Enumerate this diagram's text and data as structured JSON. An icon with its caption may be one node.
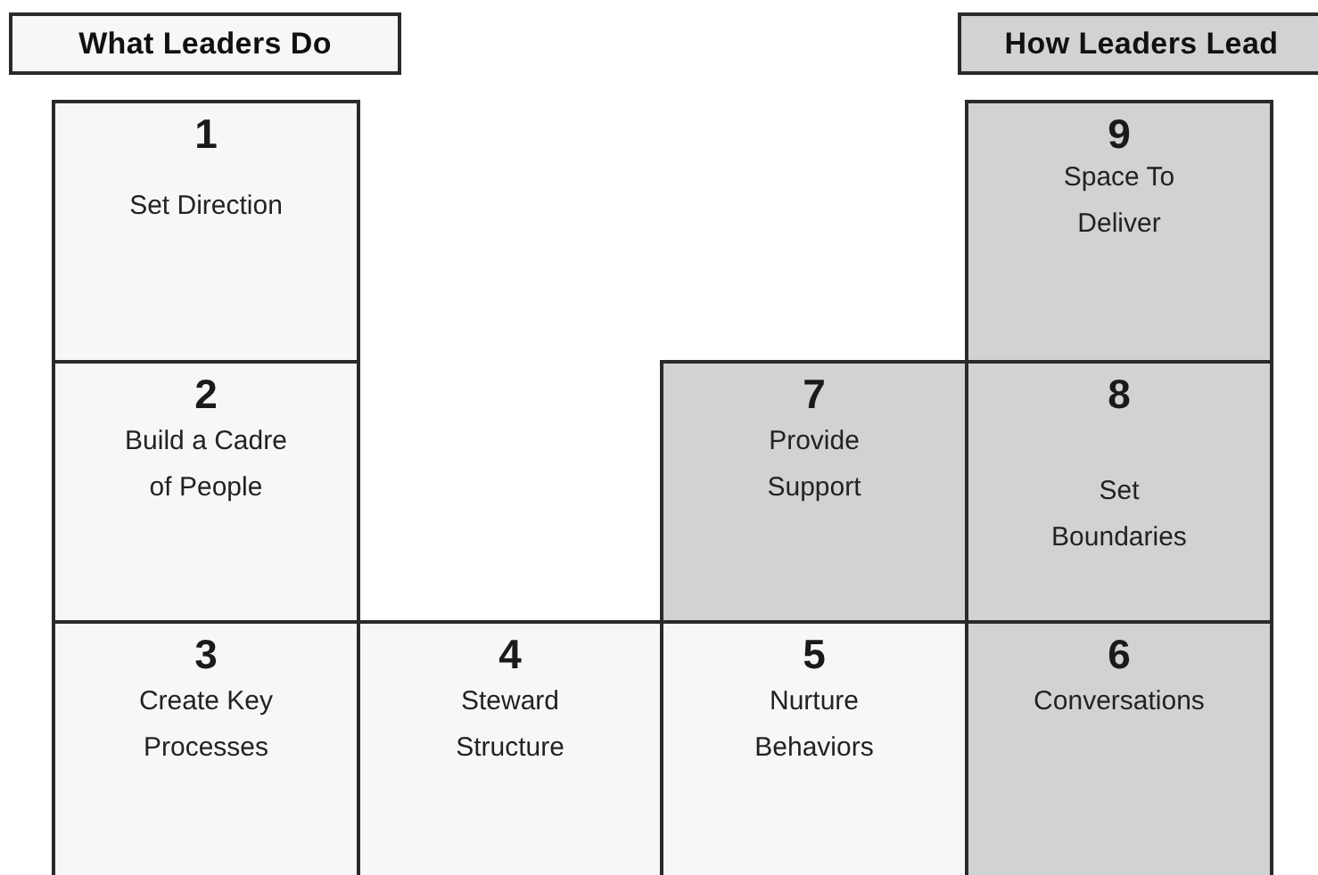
{
  "diagram": {
    "nodes": [
      {
        "text": [
          "What Leaders Do"
        ]
      },
      {
        "text": [
          "How Leaders Lead"
        ]
      },
      {
        "text": [
          "1",
          "Set Direction"
        ]
      },
      {
        "text": [
          "9",
          "Space To Deliver"
        ]
      },
      {
        "text": [
          "2",
          "Build a Cadre of People"
        ]
      },
      {
        "text": [
          "7",
          "Provide Support"
        ]
      },
      {
        "text": [
          "8",
          "Set Boundaries"
        ]
      },
      {
        "text": [
          "3",
          "Create Key Processes"
        ]
      },
      {
        "text": [
          "4",
          "Steward Structure"
        ]
      },
      {
        "text": [
          "5",
          "Nurture Behaviors"
        ]
      },
      {
        "text": [
          "6",
          "Conversations"
        ]
      }
    ]
  }
}
